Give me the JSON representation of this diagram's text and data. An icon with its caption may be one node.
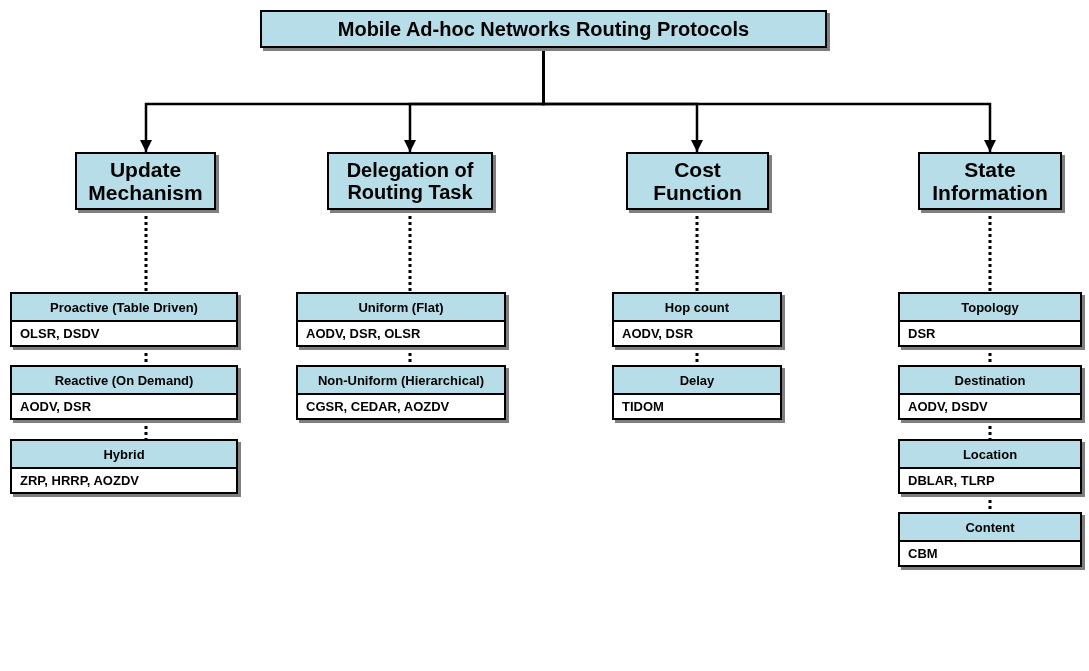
{
  "diagram": {
    "nodes": [
      {
        "text": [
          "Mobile Ad-hoc Networks Routing Protocols"
        ]
      },
      {
        "text": [
          "Update Mechanism"
        ]
      },
      {
        "text": [
          "Delegation of Routing Task"
        ]
      },
      {
        "text": [
          "Cost Function"
        ]
      },
      {
        "text": [
          "State Information"
        ]
      },
      {
        "text": [
          "Proactive (Table Driven)",
          "OLSR, DSDV"
        ]
      },
      {
        "text": [
          "Reactive (On Demand)",
          "AODV, DSR"
        ]
      },
      {
        "text": [
          "Hybrid",
          "ZRP, HRRP, AOZDV"
        ]
      },
      {
        "text": [
          "Uniform (Flat)",
          "AODV, DSR, OLSR"
        ]
      },
      {
        "text": [
          "Non-Uniform (Hierarchical)",
          "CGSR, CEDAR, AOZDV"
        ]
      },
      {
        "text": [
          "Hop count",
          "AODV, DSR"
        ]
      },
      {
        "text": [
          "Delay",
          "TIDOM"
        ]
      },
      {
        "text": [
          "Topology",
          "DSR"
        ]
      },
      {
        "text": [
          "Destination",
          "AODV, DSDV"
        ]
      },
      {
        "text": [
          "Location",
          "DBLAR, TLRP"
        ]
      },
      {
        "text": [
          "Content",
          "CBM"
        ]
      }
    ],
    "edges": [
      {
        "from": 0,
        "to": 1,
        "arrow": "to"
      },
      {
        "from": 0,
        "to": 2,
        "arrow": "to"
      },
      {
        "from": 0,
        "to": 3,
        "arrow": "to"
      },
      {
        "from": 0,
        "to": 4,
        "arrow": "to"
      },
      {
        "from": 1,
        "to": 5,
        "arrow": "none",
        "style": "dashed"
      },
      {
        "from": 5,
        "to": 6,
        "arrow": "none",
        "style": "dashed"
      },
      {
        "from": 6,
        "to": 7,
        "arrow": "none",
        "style": "dashed"
      },
      {
        "from": 2,
        "to": 8,
        "arrow": "none",
        "style": "dashed"
      },
      {
        "from": 8,
        "to": 9,
        "arrow": "none",
        "style": "dashed"
      },
      {
        "from": 3,
        "to": 10,
        "arrow": "none",
        "style": "dashed"
      },
      {
        "from": 10,
        "to": 11,
        "arrow": "none",
        "style": "dashed"
      },
      {
        "from": 4,
        "to": 12,
        "arrow": "none",
        "style": "dashed"
      },
      {
        "from": 12,
        "to": 13,
        "arrow": "none",
        "style": "dashed"
      },
      {
        "from": 13,
        "to": 14,
        "arrow": "none",
        "style": "dashed"
      },
      {
        "from": 14,
        "to": 15,
        "arrow": "none",
        "style": "dashed"
      }
    ]
  }
}
